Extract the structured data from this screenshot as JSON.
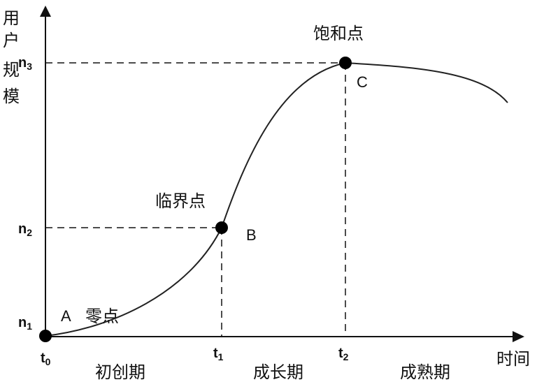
{
  "axes": {
    "y_label_chars": [
      "用",
      "户",
      "规",
      "模"
    ],
    "x_label": "时间"
  },
  "y_ticks": [
    {
      "base": "n",
      "sub": "1"
    },
    {
      "base": "n",
      "sub": "2"
    },
    {
      "base": "n",
      "sub": "3"
    }
  ],
  "x_ticks": [
    {
      "base": "t",
      "sub": "0"
    },
    {
      "base": "t",
      "sub": "1"
    },
    {
      "base": "t",
      "sub": "2"
    }
  ],
  "points": {
    "a": {
      "letter": "A",
      "name": "零点"
    },
    "b": {
      "letter": "B",
      "name": "临界点"
    },
    "c": {
      "letter": "C",
      "name": "饱和点"
    }
  },
  "phases": [
    "初创期",
    "成长期",
    "成熟期"
  ]
}
